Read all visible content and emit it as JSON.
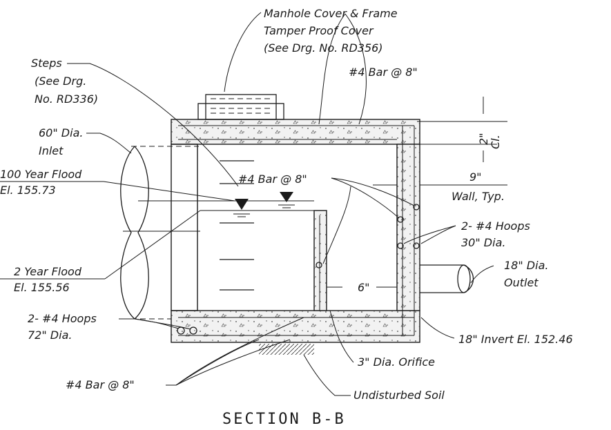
{
  "labels": {
    "manhole_cover": "Manhole Cover & Frame",
    "tamper_proof": "Tamper Proof Cover",
    "see_rd356": "(See Drg. No. RD356)",
    "bar_top": "#4 Bar @ 8\"",
    "steps": "Steps",
    "see_drg": "(See Drg.",
    "no_rd336": "No. RD336)",
    "inlet_dia": "60\" Dia.",
    "inlet": "Inlet",
    "clear_2": "2\"",
    "clear_cl": "Cl.",
    "wall_9": "9\"",
    "wall_typ": "Wall, Typ.",
    "flood100": "100 Year Flood",
    "flood100_el": "El. 155.73",
    "bar_mid": "#4 Bar @ 8\"",
    "hoops_right_1": "2-  #4 Hoops",
    "hoops_right_2": "30\" Dia.",
    "outlet_dia": "18\" Dia.",
    "outlet": "Outlet",
    "flood2": "2 Year Flood",
    "flood2_el": "El. 155.56",
    "dim_6": "6\"",
    "hoops_left_1": "2-  #4 Hoops",
    "hoops_left_2": "72\" Dia.",
    "invert": "18\" Invert El. 152.46",
    "orifice": "3\" Dia. Orifice",
    "bar_bottom": "#4 Bar @ 8\"",
    "soil": "Undisturbed Soil",
    "section_title": "SECTION B-B"
  }
}
